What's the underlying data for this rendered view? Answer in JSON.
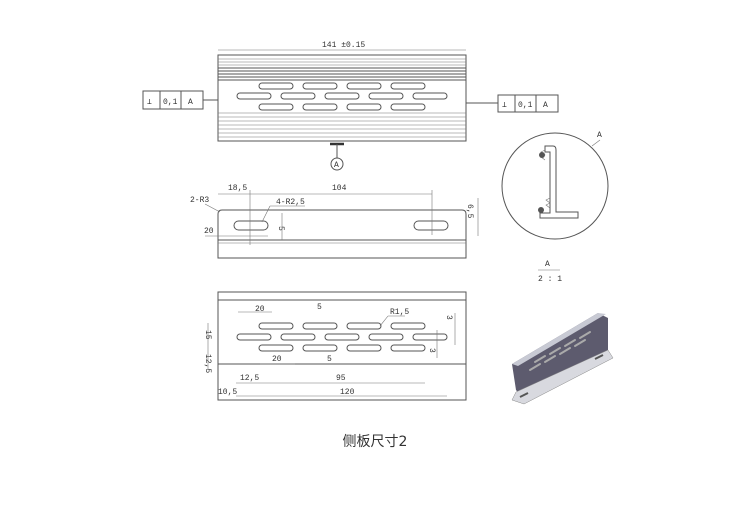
{
  "front_view": {
    "length_dim": "141 ±0.15",
    "tolerance_left": {
      "symbol": "⊥",
      "value": "0,1",
      "datum": "A"
    },
    "tolerance_right": {
      "symbol": "⊥",
      "value": "0,1",
      "datum": "A"
    },
    "datum_label": "A"
  },
  "top_view": {
    "dim_18_5": "18,5",
    "dim_104": "104",
    "radius_corner": "2-R3",
    "radius_slot": "4-R2,5",
    "dim_20": "20",
    "dim_6_5": "6,5",
    "dim_5": "5"
  },
  "side_view": {
    "dim_20_top": "20",
    "dim_5_top": "5",
    "radius": "R1,5",
    "dim_15": "15",
    "dim_12_5_v": "12,5",
    "dim_20_bottom": "20",
    "dim_5_bottom": "5",
    "dim_12_5_h": "12,5",
    "dim_95": "95",
    "dim_10_5": "10,5",
    "dim_120": "120",
    "dim_3_top": "3",
    "dim_3_bottom": "3"
  },
  "detail_view": {
    "callout": "A",
    "label": "A",
    "scale": "2 : 1"
  },
  "caption": "侧板尺寸2"
}
